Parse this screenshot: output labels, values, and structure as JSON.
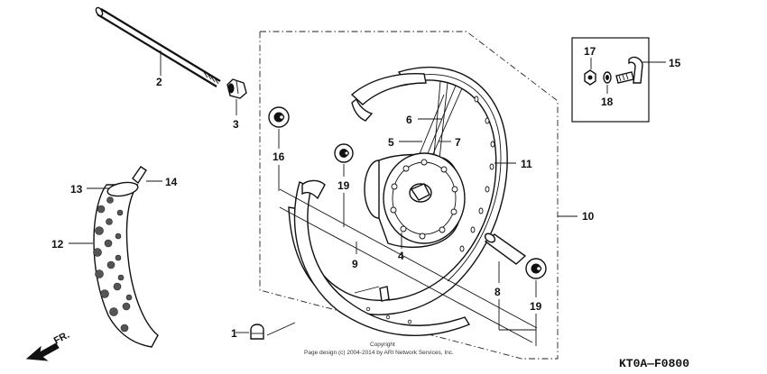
{
  "callouts": [
    {
      "id": "1",
      "label": "1"
    },
    {
      "id": "2",
      "label": "2"
    },
    {
      "id": "3",
      "label": "3"
    },
    {
      "id": "4",
      "label": "4"
    },
    {
      "id": "5",
      "label": "5"
    },
    {
      "id": "6",
      "label": "6"
    },
    {
      "id": "7",
      "label": "7"
    },
    {
      "id": "8",
      "label": "8"
    },
    {
      "id": "9",
      "label": "9"
    },
    {
      "id": "10",
      "label": "10"
    },
    {
      "id": "11",
      "label": "11"
    },
    {
      "id": "12",
      "label": "12"
    },
    {
      "id": "13",
      "label": "13"
    },
    {
      "id": "14",
      "label": "14"
    },
    {
      "id": "15",
      "label": "15"
    },
    {
      "id": "16",
      "label": "16"
    },
    {
      "id": "17",
      "label": "17"
    },
    {
      "id": "18",
      "label": "18"
    },
    {
      "id": "19a",
      "label": "19"
    },
    {
      "id": "19b",
      "label": "19"
    }
  ],
  "direction_label": "FR.",
  "diagram_code": "KT0A—F0800",
  "copyright": {
    "line1": "Copyright",
    "line2": "Page design (c) 2004-2014 by ARI Network Services, Inc."
  }
}
